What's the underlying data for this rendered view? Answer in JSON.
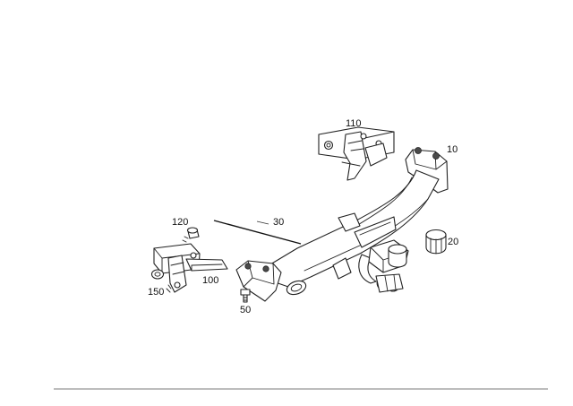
{
  "callouts": {
    "p10": "10",
    "p20": "20",
    "p30": "30",
    "p50": "50",
    "p100": "100",
    "p110": "110",
    "p120": "120",
    "p150": "150"
  }
}
